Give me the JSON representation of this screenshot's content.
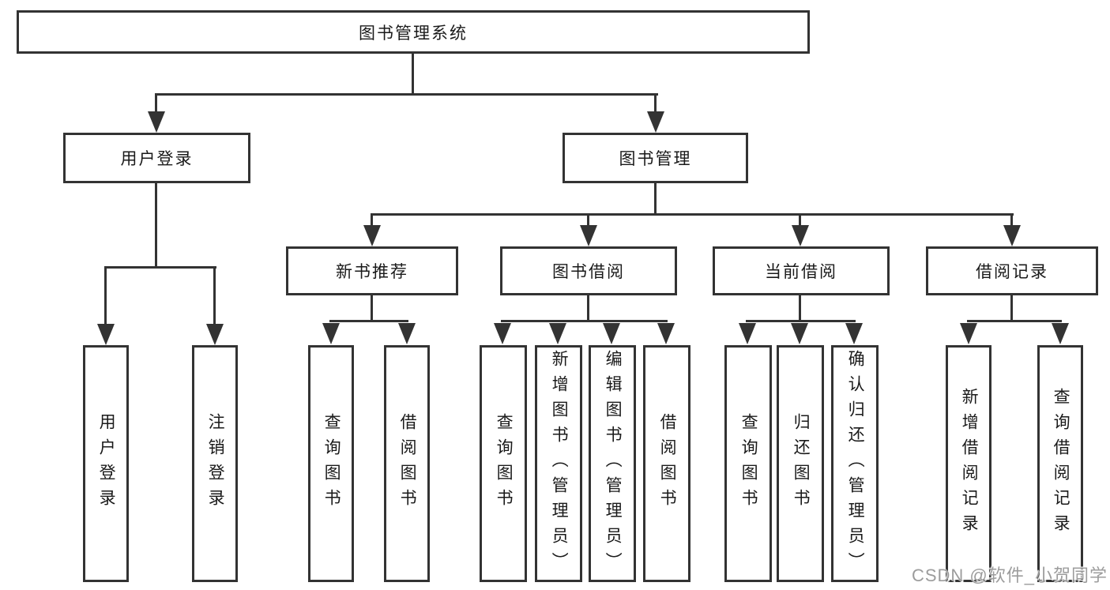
{
  "diagram": {
    "title": "图书管理系统",
    "colors": {
      "ink": "#333333",
      "text": "#1a1a1a",
      "background": "#ffffff",
      "watermark_gray": "#9c9c9c"
    },
    "tree": {
      "root": {
        "label": "图书管理系统",
        "children": [
          {
            "label": "用户登录",
            "children": [
              {
                "label": "用户登录"
              },
              {
                "label": "注销登录"
              }
            ]
          },
          {
            "label": "图书管理",
            "children": [
              {
                "label": "新书推荐",
                "children": [
                  {
                    "label": "查询图书"
                  },
                  {
                    "label": "借阅图书"
                  }
                ]
              },
              {
                "label": "图书借阅",
                "children": [
                  {
                    "label": "查询图书"
                  },
                  {
                    "label": "新增图书（管理员）"
                  },
                  {
                    "label": "编辑图书（管理员）"
                  },
                  {
                    "label": "借阅图书"
                  }
                ]
              },
              {
                "label": "当前借阅",
                "children": [
                  {
                    "label": "查询图书"
                  },
                  {
                    "label": "归还图书"
                  },
                  {
                    "label": "确认归还（管理员）"
                  }
                ]
              },
              {
                "label": "借阅记录",
                "children": [
                  {
                    "label": "新增借阅记录"
                  },
                  {
                    "label": "查询借阅记录"
                  }
                ]
              }
            ]
          }
        ]
      }
    }
  },
  "watermark": {
    "text": "CSDN @软件_小贺同学"
  }
}
